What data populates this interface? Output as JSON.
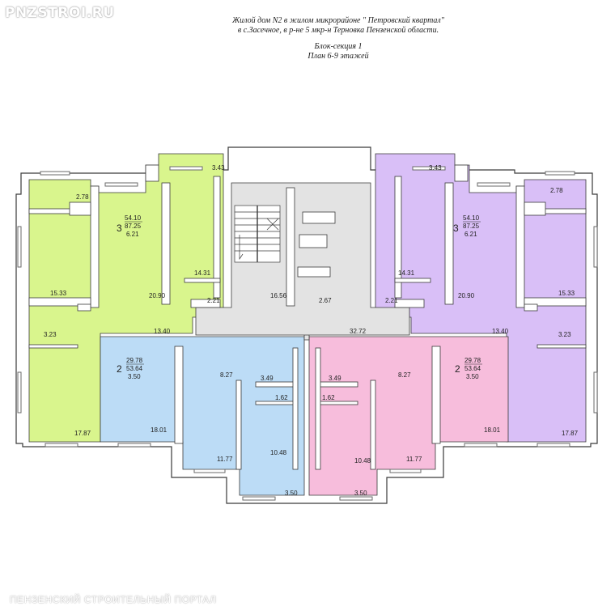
{
  "watermarks": {
    "top": "PNZSTROI.RU",
    "bottom": "ПЕНЗЕНСКИЙ СТРОИТЕЛЬНЫЙ ПОРТАЛ"
  },
  "title": {
    "line1": "Жилой дом  N2 в жилом микрорайоне \" Петровский квартал\"",
    "line2": "в с.Засечное, в р-не 5 мкр-н Терновка Пензенской области.",
    "line3": "Блок-секция 1",
    "line4": "План 6-9 этажей"
  },
  "colors": {
    "green": "#d9f58d",
    "purple": "#d9bff7",
    "blue": "#bcdcf6",
    "pink": "#f7bddc",
    "common": "#e3e3e3",
    "wall": "#ffffff",
    "outline": "#3a3a3a"
  },
  "apartments": {
    "left3": {
      "rooms": "3",
      "living": "54.10",
      "total": "87.25",
      "balcony": "6.21"
    },
    "right3": {
      "rooms": "3",
      "living": "54.10",
      "total": "87.25",
      "balcony": "6.21"
    },
    "left2": {
      "rooms": "2",
      "living": "29.78",
      "total": "53.64",
      "balcony": "3.50"
    },
    "right2": {
      "rooms": "2",
      "living": "29.78",
      "total": "53.64",
      "balcony": "3.50"
    }
  },
  "rooms": {
    "lg_278": "2.78",
    "lg_343": "3.43",
    "lg_1533": "15.33",
    "lg_2090": "20.90",
    "lg_1431": "14.31",
    "lg_221": "2.21",
    "lg_323": "3.23",
    "lg_1340": "13.40",
    "lg_1787": "17.87",
    "c_1656": "16.56",
    "c_267": "2.67",
    "c_3272": "32.72",
    "rp_343": "3.43",
    "rp_278": "2.78",
    "rp_1431": "14.31",
    "rp_2090": "20.90",
    "rp_1533": "15.33",
    "rp_221": "2.21",
    "rp_1340": "13.40",
    "rp_323": "3.23",
    "rp_1787": "17.87",
    "lb_827": "8.27",
    "lb_349": "3.49",
    "lb_162": "1.62",
    "lb_1801": "18.01",
    "lb_1177": "11.77",
    "lb_1048": "10.48",
    "lb_350": "3.50",
    "rk_349": "3.49",
    "rk_827": "8.27",
    "rk_162": "1.62",
    "rk_1048": "10.48",
    "rk_1177": "11.77",
    "rk_1801": "18.01",
    "rk_350": "3.50"
  }
}
